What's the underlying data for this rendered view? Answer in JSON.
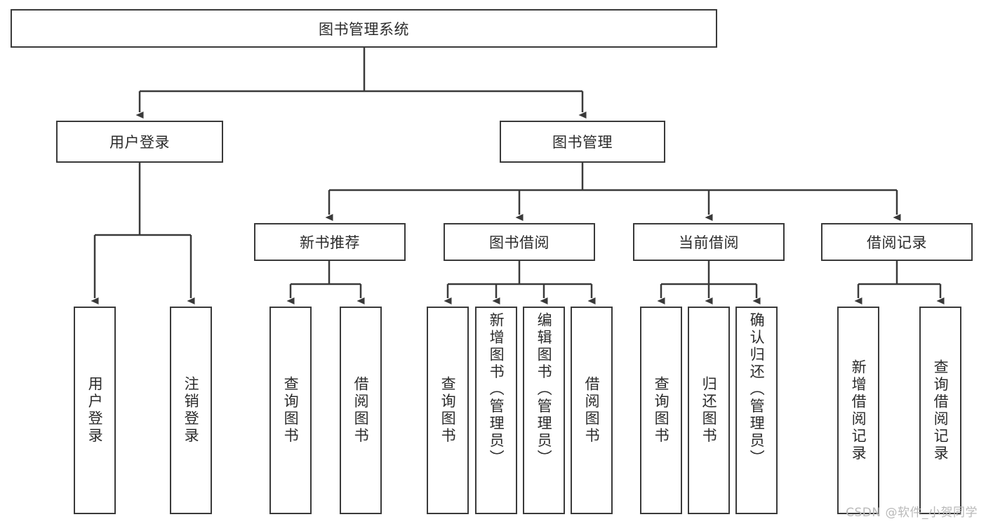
{
  "diagram": {
    "type": "tree",
    "title": "图书管理系统",
    "root": {
      "id": "root",
      "label": "图书管理系统"
    },
    "level2": [
      {
        "id": "user-login",
        "label": "用户登录"
      },
      {
        "id": "book-manage",
        "label": "图书管理"
      }
    ],
    "level3": [
      {
        "id": "new-book-recommend",
        "label": "新书推荐",
        "parent": "book-manage"
      },
      {
        "id": "book-borrow",
        "label": "图书借阅",
        "parent": "book-manage"
      },
      {
        "id": "current-borrow",
        "label": "当前借阅",
        "parent": "book-manage"
      },
      {
        "id": "borrow-record",
        "label": "借阅记录",
        "parent": "book-manage"
      }
    ],
    "leaves": {
      "user-login": [
        {
          "id": "leaf-user-login",
          "label": "用户登录"
        },
        {
          "id": "leaf-logout",
          "label": "注销登录"
        }
      ],
      "new-book-recommend": [
        {
          "id": "leaf-query-book-1",
          "label": "查询图书"
        },
        {
          "id": "leaf-borrow-book-1",
          "label": "借阅图书"
        }
      ],
      "book-borrow": [
        {
          "id": "leaf-query-book-2",
          "label": "查询图书"
        },
        {
          "id": "leaf-add-book",
          "label": "新增图书（管理员）"
        },
        {
          "id": "leaf-edit-book",
          "label": "编辑图书（管理员）"
        },
        {
          "id": "leaf-borrow-book-2",
          "label": "借阅图书"
        }
      ],
      "current-borrow": [
        {
          "id": "leaf-query-book-3",
          "label": "查询图书"
        },
        {
          "id": "leaf-return-book",
          "label": "归还图书"
        },
        {
          "id": "leaf-confirm-return",
          "label": "确认归还（管理员）"
        }
      ],
      "borrow-record": [
        {
          "id": "leaf-add-record",
          "label": "新增借阅记录"
        },
        {
          "id": "leaf-query-record",
          "label": "查询借阅记录"
        }
      ]
    }
  },
  "watermark": {
    "text": "CSDN @软件_小贺同学"
  },
  "colors": {
    "stroke": "#3a3a3a",
    "background": "#ffffff",
    "text": "#2b2b2b",
    "watermark": "#b9b9b9"
  }
}
